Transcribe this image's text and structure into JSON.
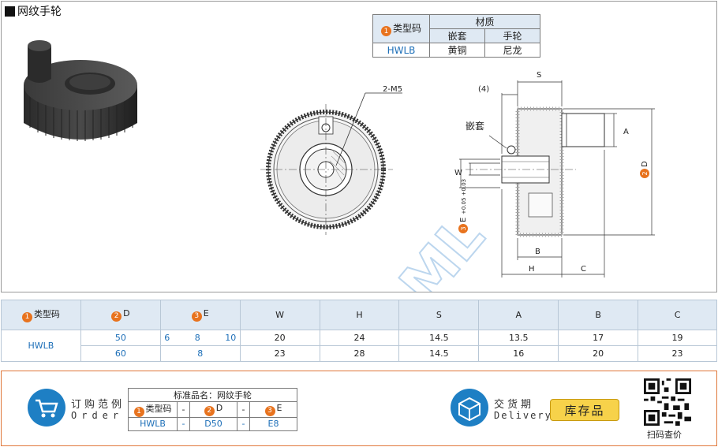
{
  "title": "网纹手轮",
  "material_table": {
    "type_code_badge": "1",
    "type_code_label": "类型码",
    "material_header": "材质",
    "col_insert": "嵌套",
    "col_handwheel": "手轮",
    "row_code": "HWLB",
    "row_insert": "黄铜",
    "row_handwheel": "尼龙"
  },
  "drawing": {
    "label_m5": "2-M5",
    "label_s": "S",
    "label_4": "(4)",
    "label_insert": "嵌套",
    "label_a": "A",
    "label_w": "W",
    "label_d": "D",
    "label_d_badge": "2",
    "label_e": "E",
    "label_e_badge": "3",
    "label_tol": "+0.05 +0.03",
    "label_b": "B",
    "label_h": "H",
    "label_c": "C",
    "watermark": "SAML"
  },
  "spec_table": {
    "headers": [
      {
        "badge": "1",
        "text": "类型码"
      },
      {
        "badge": "2",
        "text": "D"
      },
      {
        "badge": "3",
        "text": "E"
      },
      {
        "badge": "",
        "text": "W"
      },
      {
        "badge": "",
        "text": "H"
      },
      {
        "badge": "",
        "text": "S"
      },
      {
        "badge": "",
        "text": "A"
      },
      {
        "badge": "",
        "text": "B"
      },
      {
        "badge": "",
        "text": "C"
      }
    ],
    "code": "HWLB",
    "rows": [
      {
        "D": "50",
        "E": [
          "6",
          "8",
          "10"
        ],
        "W": "20",
        "H": "24",
        "S": "14.5",
        "A": "13.5",
        "B": "17",
        "C": "19"
      },
      {
        "D": "60",
        "E": [
          "8"
        ],
        "W": "23",
        "H": "28",
        "S": "14.5",
        "A": "16",
        "B": "20",
        "C": "23"
      }
    ]
  },
  "order": {
    "title": "订购范例",
    "subtitle": "Order",
    "std_name_label": "标准品名：网纹手轮",
    "h_type": "类型码",
    "h_type_badge": "1",
    "h_d": "D",
    "h_d_badge": "2",
    "h_e": "E",
    "h_e_badge": "3",
    "dash": "-",
    "v_type": "HWLB",
    "v_d": "D50",
    "v_e": "E8"
  },
  "delivery": {
    "title": "交货期",
    "subtitle": "Delivery",
    "stock": "库存品"
  },
  "qr_label": "扫码查价",
  "colors": {
    "accent_orange": "#e8731e",
    "header_blue": "#dfe9f3",
    "link_blue": "#1d6fb8",
    "stock_yellow": "#f7d24a"
  }
}
